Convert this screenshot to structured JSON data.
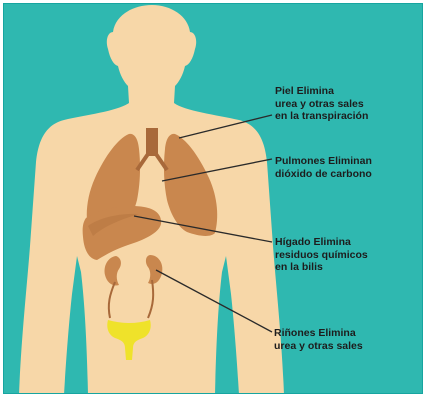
{
  "colors": {
    "background": "#2fb8b0",
    "skin": "#f7d7a8",
    "organ": "#c9874e",
    "organ_dark": "#a8693a",
    "bladder": "#efe22a",
    "leader_line": "#2a2a2a",
    "text": "#1d1d1d"
  },
  "annotations": {
    "piel": [
      "Piel Elimina",
      "urea y otras sales",
      "en la transpiración"
    ],
    "pulmones": [
      "Pulmones Eliminan",
      "dióxido de carbono"
    ],
    "higado": [
      "Hígado Elimina",
      "residuos químicos",
      "en la bilis"
    ],
    "rinones": [
      "Riñones Elimina",
      "urea y otras sales"
    ]
  }
}
